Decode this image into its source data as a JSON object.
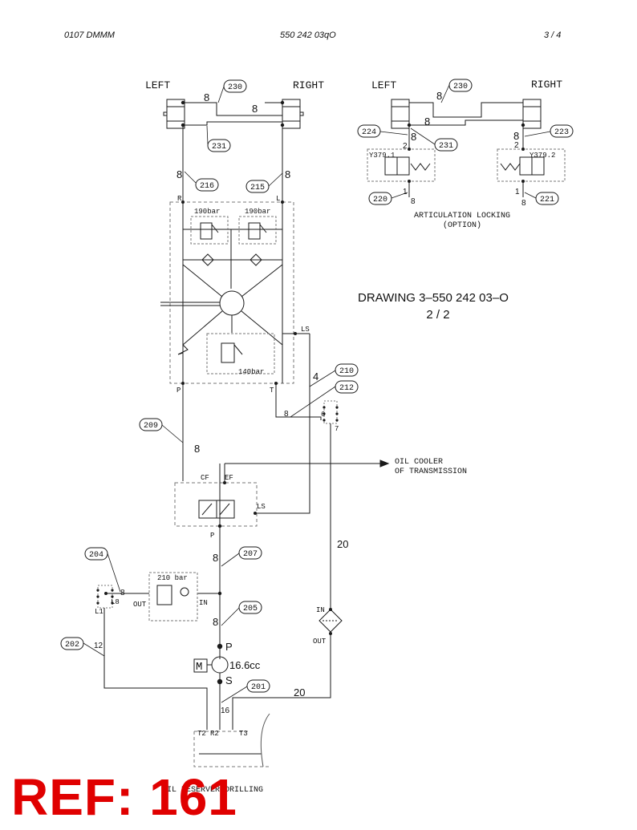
{
  "header": {
    "left": "0107 DMMM",
    "center": "550 242 03qO",
    "right": "3 /   4"
  },
  "drawing": {
    "title": "DRAWING  3–550 242 03–O",
    "subtitle": "2 / 2"
  },
  "side_labels": {
    "left": "LEFT",
    "right": "RIGHT"
  },
  "callouts": {
    "c230": "230",
    "c231": "231",
    "c216": "216",
    "c215": "215",
    "c210": "210",
    "c212": "212",
    "c209": "209",
    "c207": "207",
    "c204": "204",
    "c205": "205",
    "c202": "202",
    "c201": "201",
    "c224": "224",
    "c223": "223",
    "c220": "220",
    "c221": "221"
  },
  "line_sizes": {
    "n8": "8",
    "n4": "4",
    "n12": "12",
    "n16": "16",
    "n20": "20",
    "n2": "2",
    "n1": "1"
  },
  "valve_labels": {
    "relief1": "190bar",
    "relief2": "190bar",
    "relief3": "140bar",
    "relief4": "210 bar",
    "port_R": "R",
    "port_L": "L",
    "port_LS": "LS",
    "port_P": "P",
    "port_T": "T",
    "port_CF": "CF",
    "port_EF": "EF",
    "port_IN": "IN",
    "port_OUT": "OUT",
    "port_L1": "L1",
    "port_L8": "L8",
    "port_6": "6",
    "port_7": "7",
    "pump_P": "P",
    "pump_S": "S",
    "pump_disp": "16.6cc",
    "motor": "M",
    "tank_T2": "T2",
    "tank_R2": "R2",
    "tank_T3": "T3",
    "y1": "Y379.1",
    "y2": "Y379.2"
  },
  "notes": {
    "oil_cooler_1": "OIL COOLER",
    "oil_cooler_2": "OF TRANSMISSION",
    "artic_1": "ARTICULATION LOCKING",
    "artic_2": "(OPTION)",
    "bottom": "OIL RESERVER DRILLING"
  },
  "reference": "REF: 161",
  "colors": {
    "line": "#1a1a1a",
    "dashed": "#777777",
    "reference": "#e00000"
  }
}
